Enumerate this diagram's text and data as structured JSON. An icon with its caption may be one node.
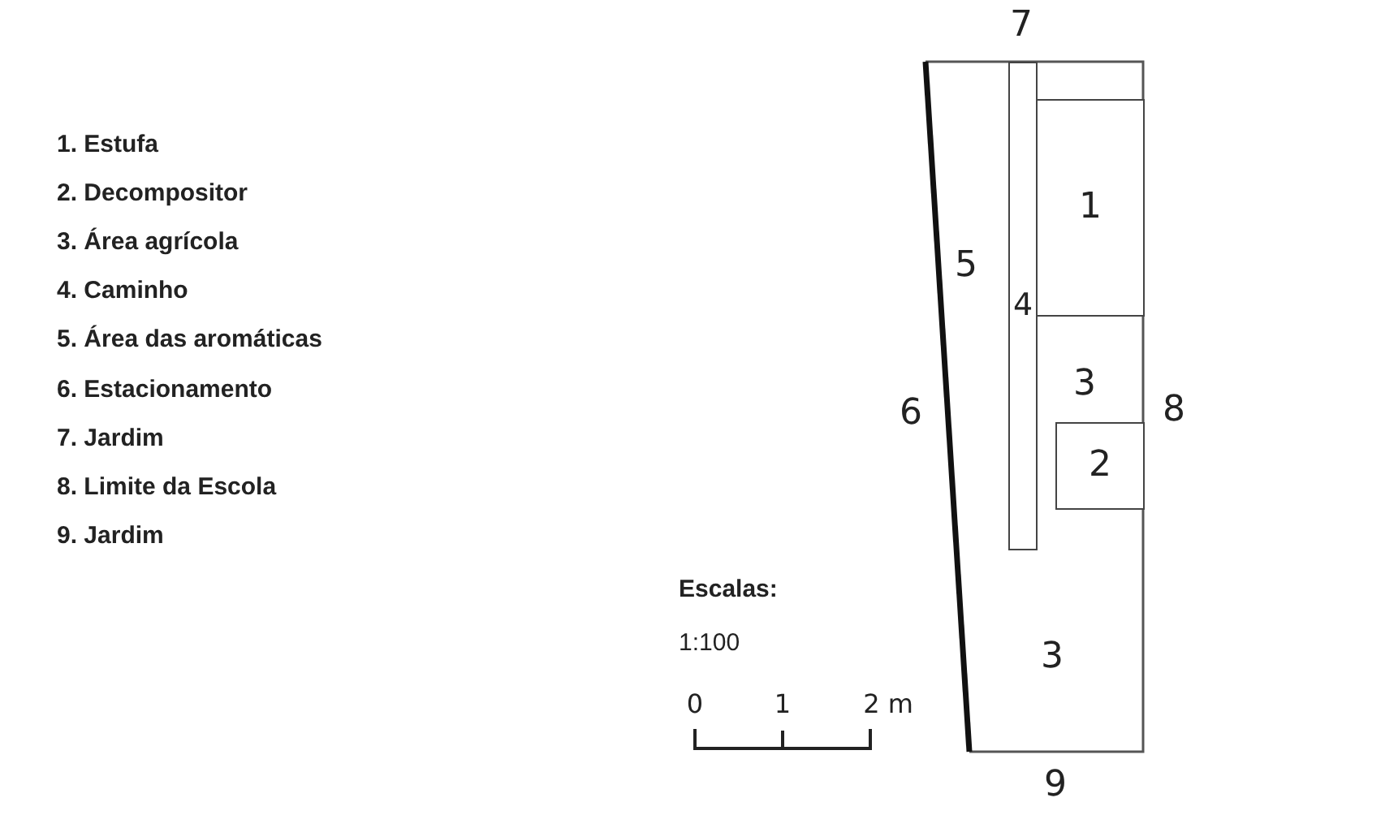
{
  "diagram": {
    "nodes": [
      {
        "text": [
          "1"
        ]
      },
      {
        "text": [
          "2"
        ]
      },
      {
        "text": [
          "4"
        ]
      }
    ],
    "labels": [
      "1. Estufa",
      "2. Decompositor",
      "3. Área agrícola",
      "4. Caminho",
      "5. Área das aromáticas",
      "6. Estacionamento",
      "7. Jardim",
      "8. Limite da Escola",
      "9. Jardim",
      "7",
      "5",
      "3",
      "6",
      "8",
      "Escalas:",
      "1:100",
      "3",
      "0",
      "1",
      "2 m",
      "9"
    ]
  }
}
